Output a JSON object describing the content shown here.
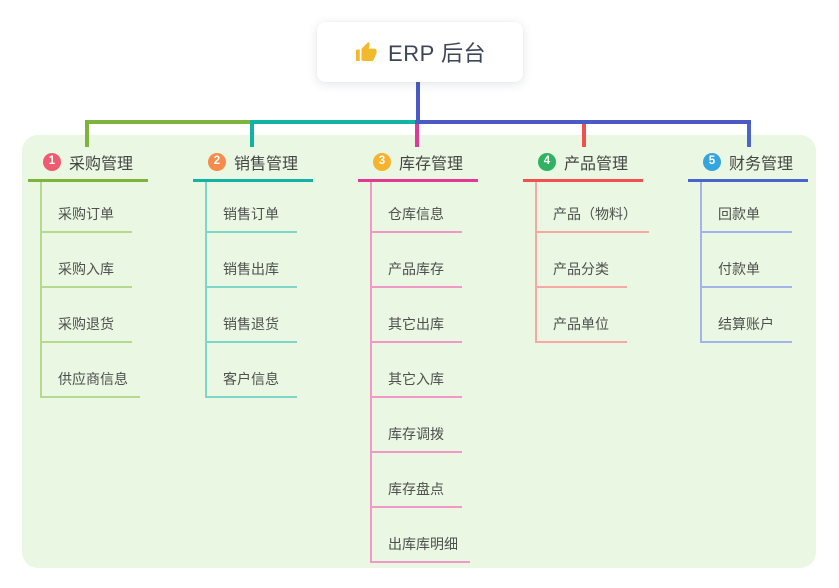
{
  "root": {
    "title": "ERP 后台",
    "icon": "thumbs-up-icon",
    "icon_color": "#f2b92c",
    "line_color": "#4a59c5"
  },
  "panel": {
    "background": "#eaf7e2"
  },
  "branches": [
    {
      "num": "1",
      "label": "采购管理",
      "color": "#7eb43c",
      "light_color": "#b5da8d",
      "badge_color": "#ee5a6f",
      "children": [
        "采购订单",
        "采购入库",
        "采购退货",
        "供应商信息"
      ]
    },
    {
      "num": "2",
      "label": "销售管理",
      "color": "#12b2a4",
      "light_color": "#7fd6c8",
      "badge_color": "#f68c4b",
      "children": [
        "销售订单",
        "销售出库",
        "销售退货",
        "客户信息"
      ]
    },
    {
      "num": "3",
      "label": "库存管理",
      "color": "#e03a94",
      "light_color": "#f199c6",
      "badge_color": "#f6b32d",
      "children": [
        "仓库信息",
        "产品库存",
        "其它出库",
        "其它入库",
        "库存调拨",
        "库存盘点",
        "出库库明细"
      ]
    },
    {
      "num": "4",
      "label": "产品管理",
      "color": "#f1504d",
      "light_color": "#f8a9a5",
      "badge_color": "#2fb261",
      "children": [
        "产品（物料）",
        "产品分类",
        "产品单位"
      ]
    },
    {
      "num": "5",
      "label": "财务管理",
      "color": "#4a63cd",
      "light_color": "#a3b4e9",
      "badge_color": "#36a5dd",
      "children": [
        "回款单",
        "付款单",
        "结算账户"
      ]
    }
  ]
}
